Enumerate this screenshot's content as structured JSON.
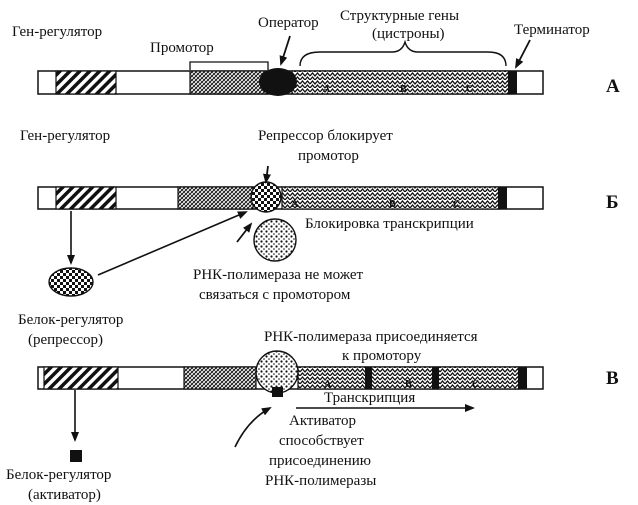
{
  "panel_a": {
    "letter": "А",
    "gene_regulator": "Ген-регулятор",
    "promoter": "Промотор",
    "operator": "Оператор",
    "structural_genes_line1": "Структурные гены",
    "structural_genes_line2": "(цистроны)",
    "terminator": "Терминатор",
    "gene_a": "A",
    "gene_b": "B",
    "gene_c": "C"
  },
  "panel_b": {
    "letter": "Б",
    "gene_regulator": "Ген-регулятор",
    "repressor_blocks_line1": "Репрессор блокирует",
    "repressor_blocks_line2": "промотор",
    "transcription_block": "Блокировка транскрипции",
    "polymerase_cannot_line1": "РНК-полимераза не может",
    "polymerase_cannot_line2": "связаться с промотором",
    "regulator_protein_line1": "Белок-регулятор",
    "regulator_protein_line2": "(репрессор)",
    "gene_a": "A",
    "gene_b": "B",
    "gene_c": "C"
  },
  "panel_c": {
    "letter": "В",
    "polymerase_attaches_line1": "РНК-полимераза присоединяется",
    "polymerase_attaches_line2": "к промотору",
    "transcription": "Транскрипция",
    "activator_line1": "Активатор",
    "activator_line2": "способствует",
    "activator_line3": "присоединению",
    "activator_line4": "РНК-полимеразы",
    "regulator_protein_line1": "Белок-регулятор",
    "regulator_protein_line2": "(активатор)",
    "gene_a": "A",
    "gene_b": "B",
    "gene_c": "C"
  }
}
